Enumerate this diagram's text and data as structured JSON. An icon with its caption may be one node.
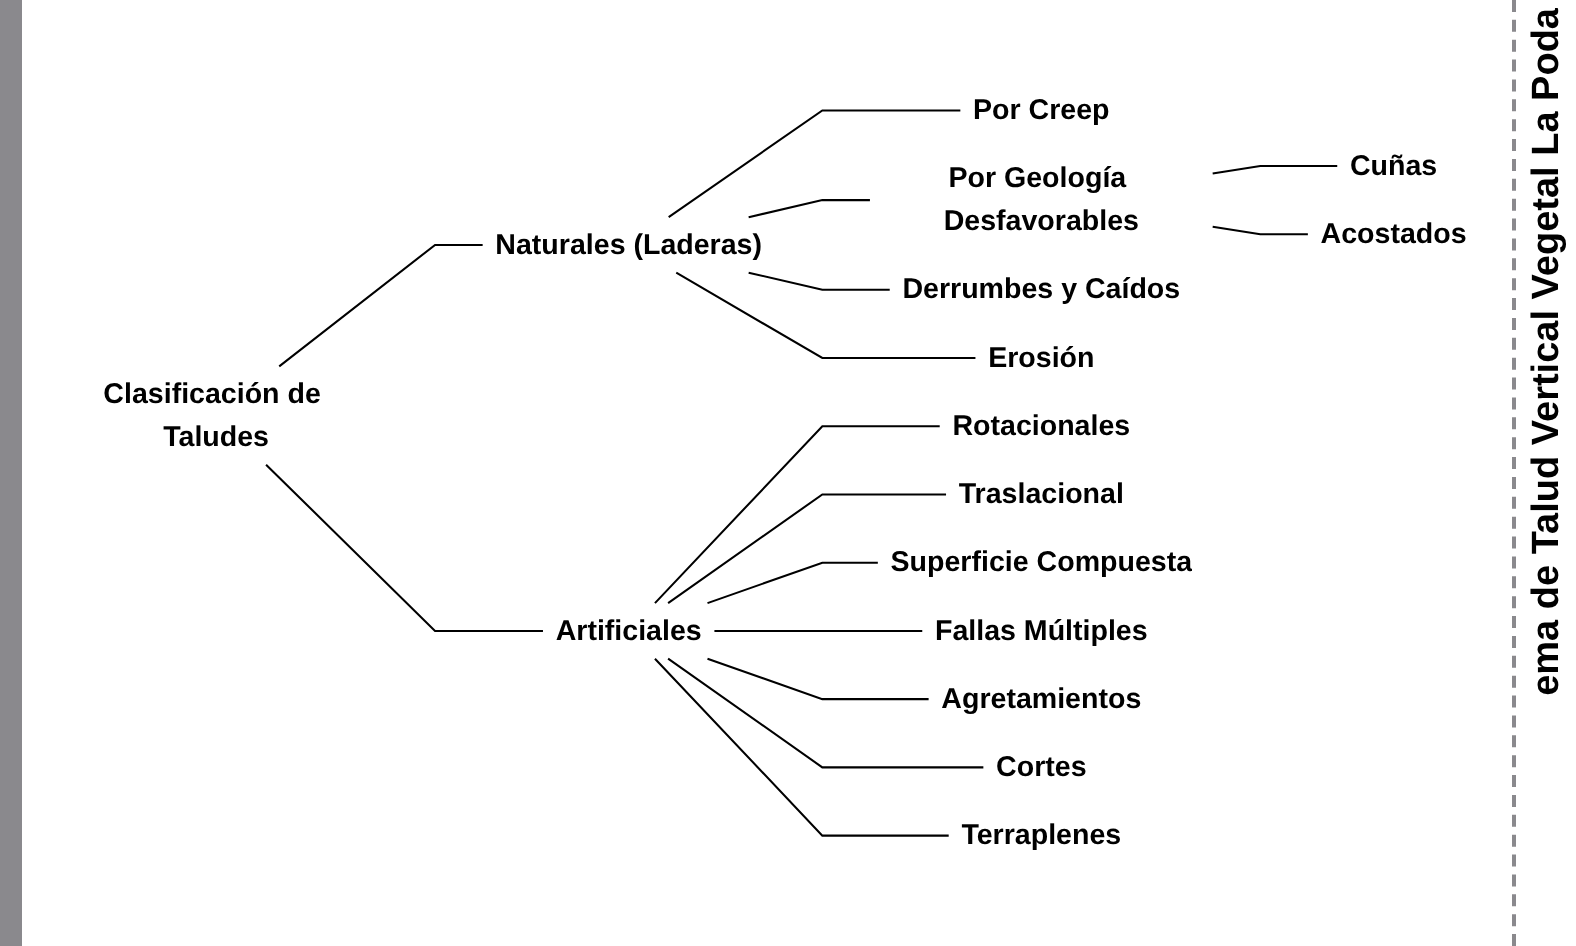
{
  "diagram": {
    "nodes": [
      {
        "text": [
          "Clasificación de Taludes"
        ]
      },
      {
        "text": [
          "Naturales (Laderas)"
        ]
      },
      {
        "text": [
          "Por Creep"
        ]
      },
      {
        "text": [
          "Por Geología Desfavorables"
        ]
      },
      {
        "text": [
          "Cuñas"
        ]
      },
      {
        "text": [
          "Acostados"
        ]
      },
      {
        "text": [
          "Derrumbes y Caídos"
        ]
      },
      {
        "text": [
          "Erosión"
        ]
      },
      {
        "text": [
          "Artificiales"
        ]
      },
      {
        "text": [
          "Rotacionales"
        ]
      },
      {
        "text": [
          "Traslacional"
        ]
      },
      {
        "text": [
          "Superficie Compuesta"
        ]
      },
      {
        "text": [
          "Fallas Múltiples"
        ]
      },
      {
        "text": [
          "Agretamientos"
        ]
      },
      {
        "text": [
          "Cortes"
        ]
      },
      {
        "text": [
          "Terraplenes"
        ]
      }
    ],
    "edges": [
      {
        "from": 0,
        "to": 1,
        "arrow": "none"
      },
      {
        "from": 0,
        "to": 8,
        "arrow": "none"
      },
      {
        "from": 1,
        "to": 2,
        "arrow": "none"
      },
      {
        "from": 1,
        "to": 3,
        "arrow": "none"
      },
      {
        "from": 1,
        "to": 6,
        "arrow": "none"
      },
      {
        "from": 1,
        "to": 7,
        "arrow": "none"
      },
      {
        "from": 3,
        "to": 4,
        "arrow": "none"
      },
      {
        "from": 3,
        "to": 5,
        "arrow": "none"
      },
      {
        "from": 8,
        "to": 9,
        "arrow": "none"
      },
      {
        "from": 8,
        "to": 10,
        "arrow": "none"
      },
      {
        "from": 8,
        "to": 11,
        "arrow": "none"
      },
      {
        "from": 8,
        "to": 12,
        "arrow": "none"
      },
      {
        "from": 8,
        "to": 13,
        "arrow": "none"
      },
      {
        "from": 8,
        "to": 14,
        "arrow": "none"
      },
      {
        "from": 8,
        "to": 15,
        "arrow": "none"
      }
    ],
    "labels": [
      "ema de Talud Vertical Vegetal La Poda"
    ]
  }
}
